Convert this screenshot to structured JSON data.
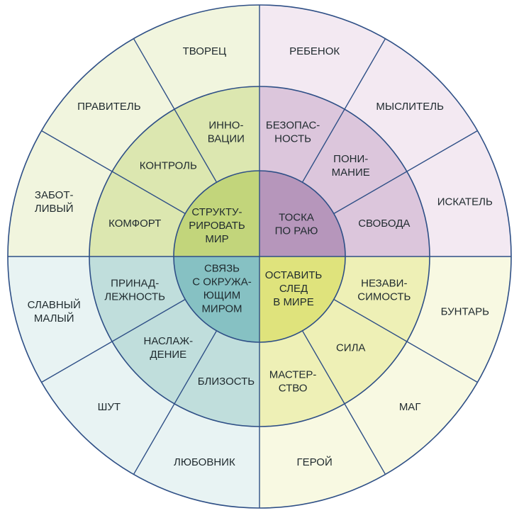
{
  "wheel": {
    "quadrants": [
      {
        "id": "top-left",
        "inner": {
          "lines": [
            "СТРУКТУ-",
            "РИРОВАТЬ",
            "МИР"
          ],
          "color": "#c2d57b"
        },
        "middle_color": "#dce7b0",
        "outer_color": "#f1f5de",
        "middle": [
          {
            "lines": [
              "КОМФОРТ"
            ]
          },
          {
            "lines": [
              "КОНТРОЛЬ"
            ]
          },
          {
            "lines": [
              "ИННО-",
              "ВАЦИИ"
            ]
          }
        ],
        "outer": [
          {
            "lines": [
              "ЗАБОТ-",
              "ЛИВЫЙ"
            ]
          },
          {
            "lines": [
              "ПРАВИТЕЛЬ"
            ]
          },
          {
            "lines": [
              "ТВОРЕЦ"
            ]
          }
        ]
      },
      {
        "id": "top-right",
        "inner": {
          "lines": [
            "ТОСКА",
            "ПО РАЮ"
          ],
          "color": "#b696bb"
        },
        "middle_color": "#dcc6dc",
        "outer_color": "#f3e9f2",
        "middle": [
          {
            "lines": [
              "БЕЗОПАС-",
              "НОСТЬ"
            ]
          },
          {
            "lines": [
              "ПОНИ-",
              "МАНИЕ"
            ]
          },
          {
            "lines": [
              "СВОБОДА"
            ]
          }
        ],
        "outer": [
          {
            "lines": [
              "РЕБЕНОК"
            ]
          },
          {
            "lines": [
              "МЫСЛИТЕЛЬ"
            ]
          },
          {
            "lines": [
              "ИСКАТЕЛЬ"
            ]
          }
        ]
      },
      {
        "id": "bottom-right",
        "inner": {
          "lines": [
            "ОСТАВИТЬ",
            "СЛЕД",
            "В МИРЕ"
          ],
          "color": "#dfe37c"
        },
        "middle_color": "#eef0b6",
        "outer_color": "#f8f9e2",
        "middle": [
          {
            "lines": [
              "НЕЗАВИ-",
              "СИМОСТЬ"
            ]
          },
          {
            "lines": [
              "СИЛА"
            ]
          },
          {
            "lines": [
              "МАСТЕР-",
              "СТВО"
            ]
          }
        ],
        "outer": [
          {
            "lines": [
              "БУНТАРЬ"
            ]
          },
          {
            "lines": [
              "МАГ"
            ]
          },
          {
            "lines": [
              "ГЕРОЙ"
            ]
          }
        ]
      },
      {
        "id": "bottom-left",
        "inner": {
          "lines": [
            "СВЯЗЬ",
            "С ОКРУЖА-",
            "ЮЩИМ",
            "МИРОМ"
          ],
          "color": "#86c1c3"
        },
        "middle_color": "#c0dedc",
        "outer_color": "#e8f3f3",
        "middle": [
          {
            "lines": [
              "БЛИЗОСТЬ"
            ]
          },
          {
            "lines": [
              "НАСЛАЖ-",
              "ДЕНИЕ"
            ]
          },
          {
            "lines": [
              "ПРИНАД-",
              "ЛЕЖНОСТЬ"
            ]
          }
        ],
        "outer": [
          {
            "lines": [
              "ЛЮБОВНИК"
            ]
          },
          {
            "lines": [
              "ШУТ"
            ]
          },
          {
            "lines": [
              "СЛАВНЫЙ",
              "МАЛЫЙ"
            ]
          }
        ]
      }
    ],
    "line_color": "#2e4f86"
  }
}
